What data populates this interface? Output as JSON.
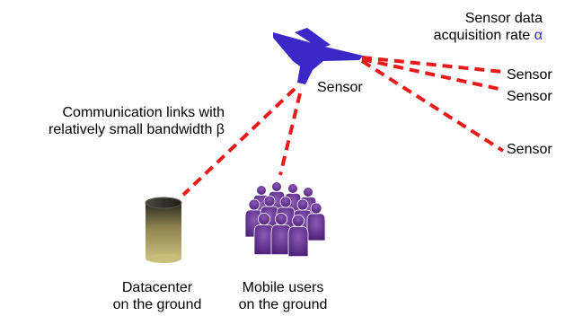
{
  "rate_label": {
    "text": "Sensor data acquisition rate",
    "line1": "Sensor data",
    "line2": "acquisition rate",
    "symbol": "α"
  },
  "main_sensor_label": "Sensor",
  "sensors": [
    {
      "label": "Sensor"
    },
    {
      "label": "Sensor"
    },
    {
      "label": "Sensor"
    }
  ],
  "links_label": {
    "text": "Communication links with relatively small bandwidth β",
    "line1": "Communication links with",
    "line2": "relatively small bandwidth β"
  },
  "datacenter_label": {
    "text": "Datacenter on the ground",
    "line1": "Datacenter",
    "line2": "on the ground"
  },
  "users_label": {
    "text": "Mobile users on the ground",
    "line1": "Mobile users",
    "line2": "on the ground"
  },
  "colors": {
    "link": "#e81b1b",
    "satellite": "#3b28c8",
    "users": "#5a2a8a",
    "accent": "#2a2ad8",
    "datacenter": "#a99a55"
  },
  "icons": {
    "satellite": "sensor-node-icon",
    "datacenter": "datacenter-cylinder-icon",
    "users": "mobile-users-group-icon"
  }
}
